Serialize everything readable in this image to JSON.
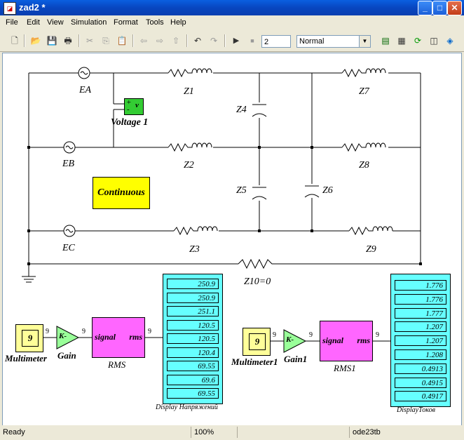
{
  "window": {
    "title": "zad2 *",
    "min_glyph": "_",
    "max_glyph": "□",
    "close_glyph": "✕"
  },
  "menu": [
    "File",
    "Edit",
    "View",
    "Simulation",
    "Format",
    "Tools",
    "Help"
  ],
  "toolbar": {
    "stop_time": "2",
    "sim_mode": "Normal"
  },
  "diagram": {
    "sources": [
      "EA",
      "EB",
      "EC"
    ],
    "impedances": [
      "Z1",
      "Z2",
      "Z3",
      "Z4",
      "Z5",
      "Z6",
      "Z7",
      "Z8",
      "Z9",
      "Z10=0"
    ],
    "voltage_block": {
      "label": "Voltage 1",
      "plus": "+",
      "minus": "-",
      "v": "v"
    },
    "continuous": "Continuous",
    "left_chain": {
      "multimeter_value": "9",
      "multimeter_label": "Multimeter",
      "gain_text": "K-",
      "gain_label": "Gain",
      "rms_in": "signal",
      "rms_out": "rms",
      "rms_label": "RMS",
      "signal_width": "9",
      "display_label": "Display Напряжений",
      "display_values": [
        "250.9",
        "250.9",
        "251.1",
        "120.5",
        "120.5",
        "120.4",
        "69.55",
        "69.6",
        "69.55"
      ]
    },
    "right_chain": {
      "multimeter_value": "9",
      "multimeter_label": "Multimeter1",
      "gain_text": "K-",
      "gain_label": "Gain1",
      "rms_in": "signal",
      "rms_out": "rms",
      "rms_label": "RMS1",
      "signal_width": "9",
      "display_label": "DisplayТоков",
      "display_values": [
        "1.776",
        "1.776",
        "1.777",
        "1.207",
        "1.207",
        "1.208",
        "0.4913",
        "0.4915",
        "0.4917"
      ]
    }
  },
  "status": {
    "state": "Ready",
    "zoom": "100%",
    "solver": "ode23tb"
  }
}
